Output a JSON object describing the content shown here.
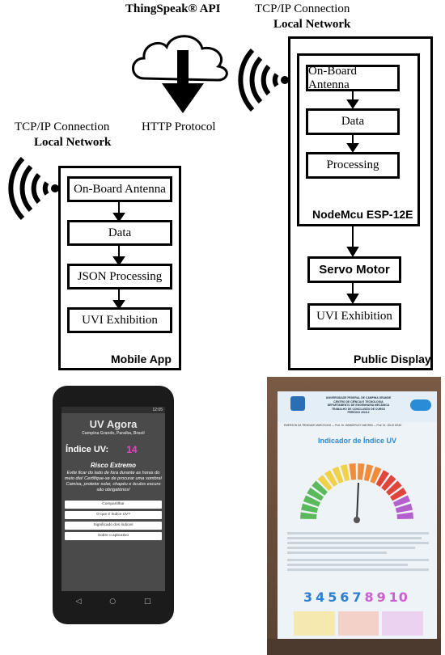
{
  "cloud": {
    "title": "ThingSpeak® API",
    "protocol": "HTTP Protocol"
  },
  "mobile": {
    "connection": "TCP/IP Connection",
    "network": "Local Network",
    "steps": [
      "On-Board Antenna",
      "Data",
      "JSON Processing",
      "UVI Exhibition"
    ],
    "frame_label": "Mobile App"
  },
  "display": {
    "connection": "TCP/IP Connection",
    "network": "Local Network",
    "inner_steps": [
      "On-Board Antenna",
      "Data",
      "Processing"
    ],
    "module_label": "NodeMcu ESP-12E",
    "servo": "Servo Motor",
    "output": "UVI Exhibition",
    "frame_label": "Public Display"
  },
  "phone_app": {
    "status_time": "12:05",
    "title": "UV Agora",
    "location": "Campina Grande, Paraíba, Brasil",
    "uv_label": "Índice UV:",
    "uv_value": "14",
    "risk": "Risco Extremo",
    "advice": "Evite ficar do lado de fora durante as horas do meio dia! Certifique-se de procurar uma sombra! Camisa, protetor solar, chapéu e óculos escuro são obrigatórios!",
    "buttons": [
      "Compartilhar",
      "O que é Índice UV?",
      "Significado dos índices",
      "Sobre o aplicativo"
    ],
    "nav": [
      "◁",
      "○",
      "□"
    ]
  },
  "board": {
    "university": "UNIVERSIDADE FEDERAL DE CAMPINA GRANDE\nCENTRO DE CIÊNCIA E TECNOLOGIA\nDEPARTAMENTO DE ENGENHARIA MECÂNICA\nTRABALHO DE CONCLUSÃO DE CURSO\nPERÍODO 2018.2",
    "names": "EMERSON DA TRINDADE MARCELINO — Prof. Dr. WANDERLEY AMORIM — Prof. Dr. JÚLIO DINIZ",
    "title": "Indicador de Índice UV",
    "digits": [
      "3",
      "4",
      "5",
      "6",
      "7",
      "8",
      "9",
      "10"
    ],
    "colors": {
      "green": "#5cb85c",
      "yellow": "#f0d24a",
      "orange": "#f08c3a",
      "red": "#e0443a",
      "violet": "#b55fcf",
      "blue": "#2a8bd6"
    }
  }
}
